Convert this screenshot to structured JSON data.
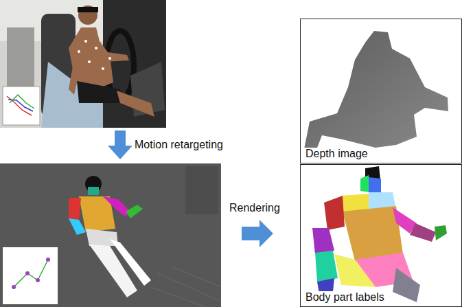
{
  "diagram": {
    "nodes": [
      {
        "text": [
          "Depth image"
        ]
      },
      {
        "text": [
          "Body part labels"
        ]
      }
    ],
    "labels": [
      "Motion retargeting",
      "Rendering"
    ]
  }
}
